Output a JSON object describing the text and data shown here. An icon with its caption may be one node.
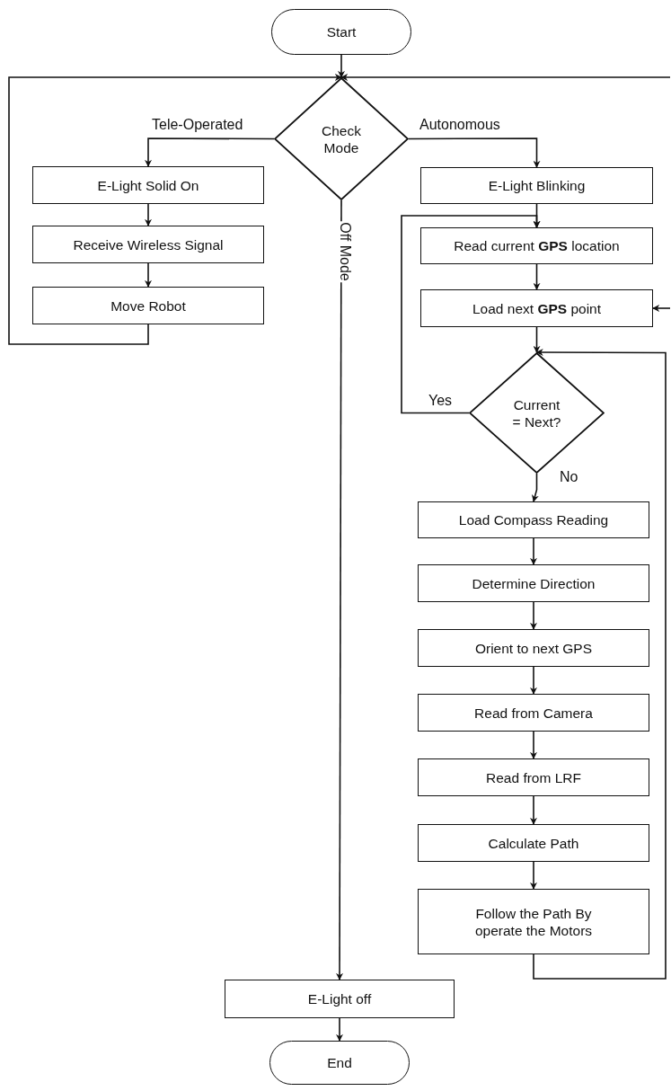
{
  "diagram": {
    "nodes": [
      {
        "text": [
          "Start"
        ]
      },
      {
        "text": [
          "Check Mode"
        ]
      },
      {
        "text": [
          "E-Light Solid On"
        ]
      },
      {
        "text": [
          "Receive Wireless Signal"
        ]
      },
      {
        "text": [
          "Move Robot"
        ]
      },
      {
        "text": [
          "E-Light Blinking"
        ]
      },
      {
        "text": [
          "Read current **GPS** location"
        ]
      },
      {
        "text": [
          "Load next **GPS** point"
        ]
      },
      {
        "text": [
          "Current = Next?"
        ]
      },
      {
        "text": [
          "Load Compass Reading"
        ]
      },
      {
        "text": [
          "Determine Direction"
        ]
      },
      {
        "text": [
          "Orient to next GPS"
        ]
      },
      {
        "text": [
          "Read from Camera"
        ]
      },
      {
        "text": [
          "Read from LRF"
        ]
      },
      {
        "text": [
          "Calculate Path"
        ]
      },
      {
        "text": [
          "Follow the Path By operate the Motors"
        ]
      },
      {
        "text": [
          "E-Light off"
        ]
      },
      {
        "text": [
          "End"
        ]
      }
    ],
    "edges": [
      {
        "from": 0,
        "to": 1,
        "arrow": "to"
      },
      {
        "from": 1,
        "to": 2,
        "arrow": "to",
        "label": "Tele-Operated"
      },
      {
        "from": 1,
        "to": 5,
        "arrow": "to",
        "label": "Autonomous"
      },
      {
        "from": 1,
        "to": 16,
        "arrow": "to",
        "label": "Off Mode"
      },
      {
        "from": 2,
        "to": 3,
        "arrow": "to"
      },
      {
        "from": 3,
        "to": 4,
        "arrow": "to"
      },
      {
        "from": 4,
        "to": 1,
        "arrow": "to"
      },
      {
        "from": 5,
        "to": 6,
        "arrow": "to"
      },
      {
        "from": 6,
        "to": 7,
        "arrow": "to"
      },
      {
        "from": 7,
        "to": 8,
        "arrow": "to"
      },
      {
        "from": 8,
        "to": 6,
        "arrow": "to",
        "label": "Yes"
      },
      {
        "from": 8,
        "to": 9,
        "arrow": "to",
        "label": "No"
      },
      {
        "from": 9,
        "to": 10,
        "arrow": "to"
      },
      {
        "from": 10,
        "to": 11,
        "arrow": "to"
      },
      {
        "from": 11,
        "to": 12,
        "arrow": "to"
      },
      {
        "from": 12,
        "to": 13,
        "arrow": "to"
      },
      {
        "from": 13,
        "to": 14,
        "arrow": "to"
      },
      {
        "from": 14,
        "to": 15,
        "arrow": "to"
      },
      {
        "from": 15,
        "to": 8,
        "arrow": "to"
      },
      {
        "from": null,
        "to": 7,
        "arrow": "to"
      },
      {
        "from": null,
        "to": 1,
        "arrow": "to"
      },
      {
        "from": 16,
        "to": 17,
        "arrow": "to"
      }
    ]
  }
}
